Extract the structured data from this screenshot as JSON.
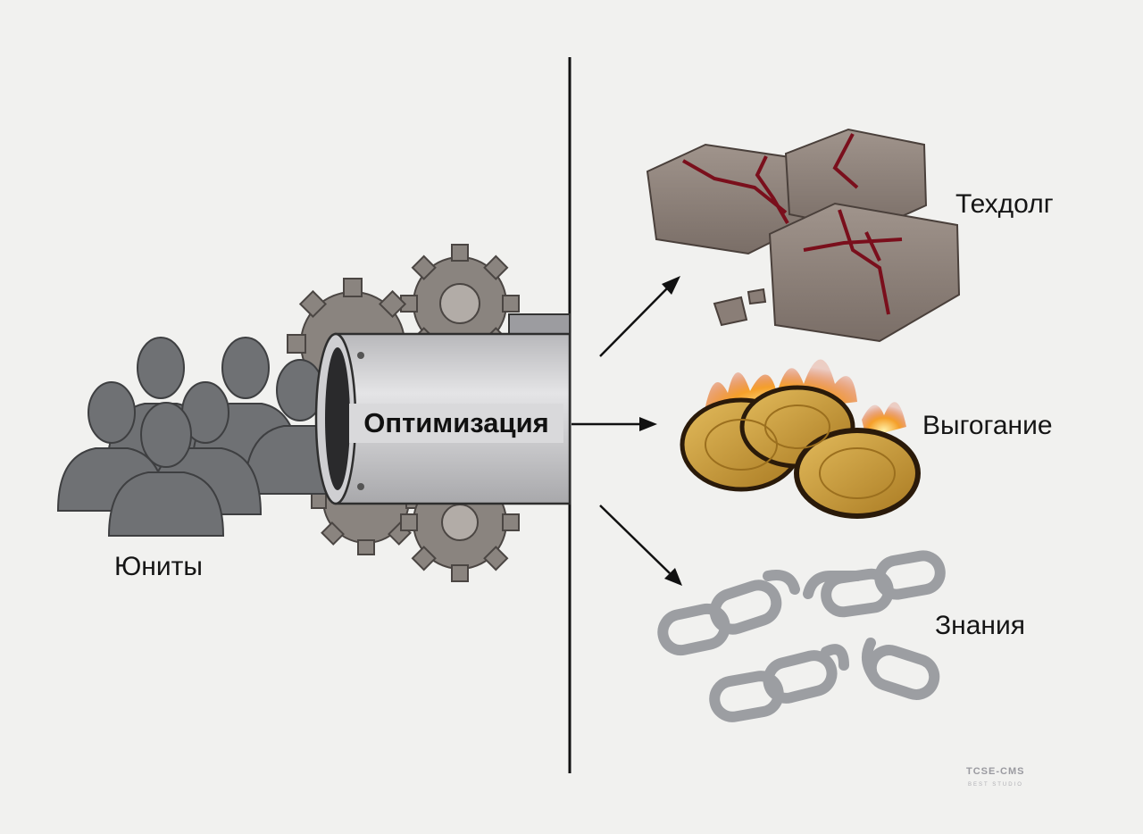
{
  "labels": {
    "units": "Юниты",
    "optimization": "Оптимизация",
    "tech_debt": "Техдолг",
    "burnout": "Выгогание",
    "knowledge": "Знания"
  },
  "watermark": {
    "main": "TCSE-CMS",
    "sub": "BEST STUDIO"
  },
  "icons": {
    "people": "people-silhouettes-icon",
    "gears": "gears-icon",
    "pipe": "pipe-icon",
    "bricks": "cracked-bricks-icon",
    "coins": "burning-coins-icon",
    "chains": "broken-chains-icon"
  },
  "colors": {
    "background": "#f1f1ef",
    "silhouette": "#6f7174",
    "gear": "#8a847f",
    "pipe": "#c9c9cc",
    "brick": "#8c8079",
    "crack": "#7a0f1c",
    "coin": "#c99a3a",
    "flame": "#f08a1c",
    "chain": "#9c9ea2"
  }
}
